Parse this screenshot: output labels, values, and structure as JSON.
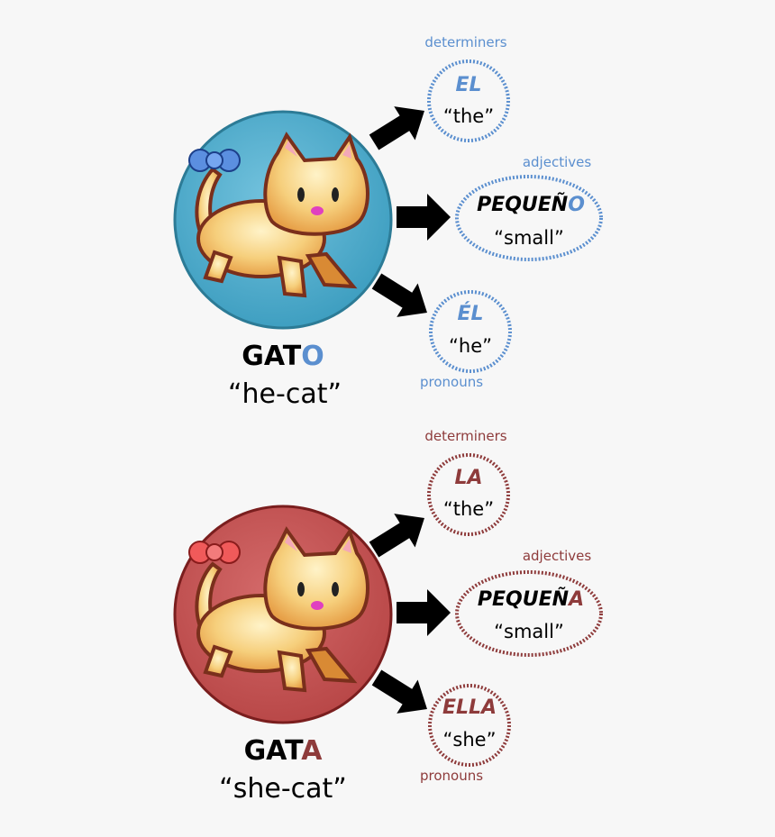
{
  "colors": {
    "masculine": "#5b8fcf",
    "feminine": "#8e3b3b",
    "cat_body": "#f2c16a",
    "background": "#f7f7f7"
  },
  "masculine": {
    "noun_stem": "GAT",
    "noun_ending": "O",
    "gloss": "“he-cat”",
    "determiners_label": "determiners",
    "determiner_word": "EL",
    "determiner_gloss": "“the”",
    "adjectives_label": "adjectives",
    "adjective_stem": "PEQUEÑ",
    "adjective_ending": "O",
    "adjective_gloss": "“small”",
    "pronoun_word": "ÉL",
    "pronoun_gloss": "“he”",
    "pronouns_label": "pronouns",
    "bow_icon": "blue-bow-icon"
  },
  "feminine": {
    "noun_stem": "GAT",
    "noun_ending": "A",
    "gloss": "“she-cat”",
    "determiners_label": "determiners",
    "determiner_word": "LA",
    "determiner_gloss": "“the”",
    "adjectives_label": "adjectives",
    "adjective_stem": "PEQUEÑ",
    "adjective_ending": "A",
    "adjective_gloss": "“small”",
    "pronoun_word": "ELLA",
    "pronoun_gloss": "“she”",
    "pronouns_label": "pronouns",
    "bow_icon": "red-bow-icon"
  }
}
